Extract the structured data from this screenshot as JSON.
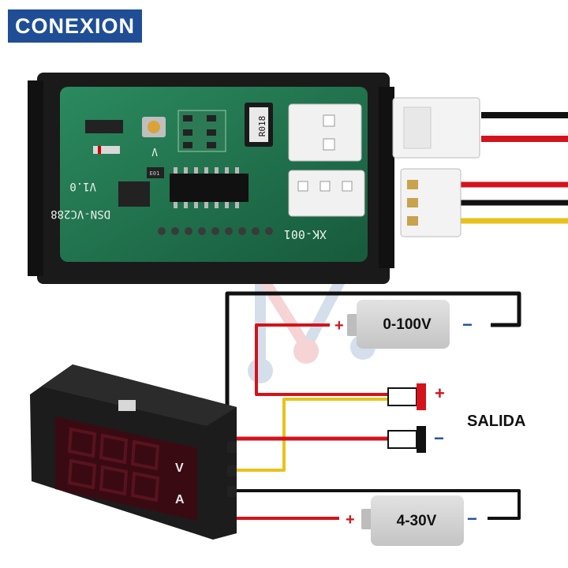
{
  "header": {
    "title": "CONEXION"
  },
  "pcb": {
    "model": "DSN-VC288",
    "version": "V1.0",
    "connector_label": "XK-001",
    "resistor_label": "R018",
    "pot_label": "V",
    "chip_label": "E01"
  },
  "display": {
    "unit_voltage": "V",
    "unit_current": "A"
  },
  "sources": {
    "top": {
      "label": "0-100V",
      "positive": "+",
      "negative": "−"
    },
    "bottom": {
      "label": "4-30V",
      "positive": "+",
      "negative": "−"
    }
  },
  "output": {
    "label": "SALIDA",
    "positive": "+",
    "negative": "−"
  },
  "colors": {
    "badge": "#1f4e96",
    "wire_red": "#d3141c",
    "wire_black": "#111111",
    "wire_yellow": "#e8c21b",
    "pcb_green": "#1d6b4a",
    "battery_gray": "#d2d2d2",
    "negative_blue": "#1f4e96"
  }
}
